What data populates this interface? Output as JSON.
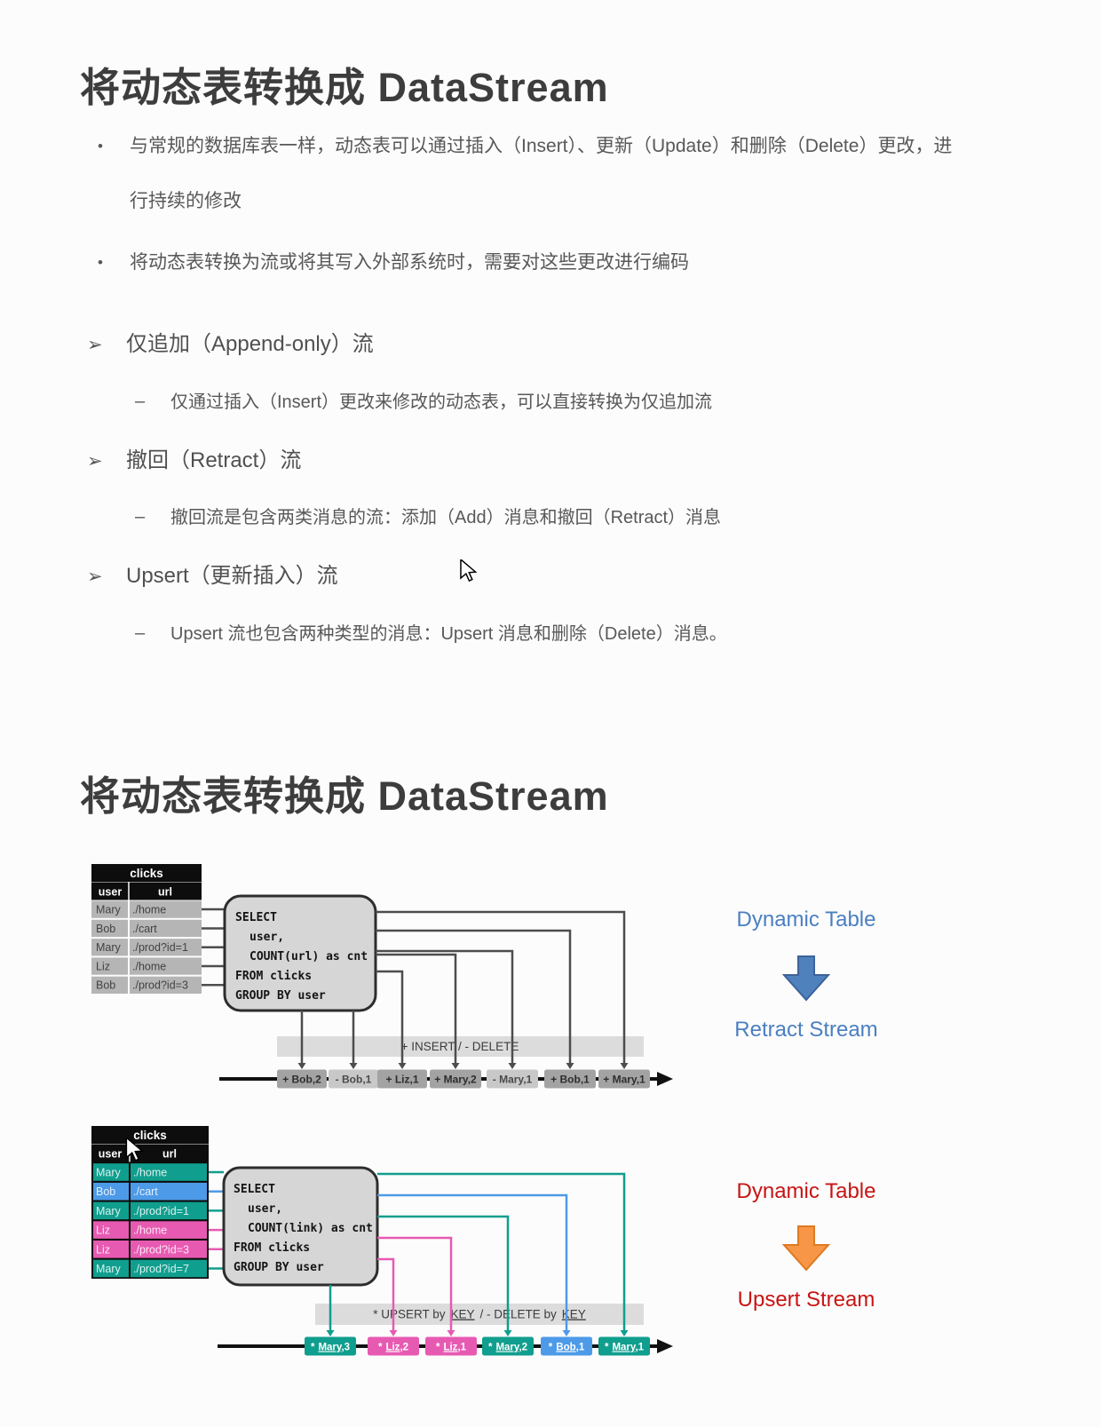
{
  "markers": {
    "bullet": "•",
    "arrow": "➢",
    "dash": "–"
  },
  "slide1": {
    "title": "将动态表转换成 DataStream",
    "bullets": [
      "与常规的数据库表一样，动态表可以通过插入（Insert）、更新（Update）和删除（Delete）更改，进行持续的修改",
      "将动态表转换为流或将其写入外部系统时，需要对这些更改进行编码"
    ],
    "sections": [
      {
        "heading": "仅追加（Append-only）流",
        "sub": "仅通过插入（Insert）更改来修改的动态表，可以直接转换为仅追加流"
      },
      {
        "heading": "撤回（Retract）流",
        "sub": "撤回流是包含两类消息的流：添加（Add）消息和撤回（Retract）消息"
      },
      {
        "heading": "Upsert（更新插入）流",
        "sub": "Upsert 流也包含两种类型的消息：Upsert 消息和删除（Delete）消息。"
      }
    ]
  },
  "slide2": {
    "title": "将动态表转换成 DataStream"
  },
  "diagram1": {
    "table": {
      "title": "clicks",
      "headers": [
        "user",
        "url"
      ],
      "rows": [
        [
          "Mary",
          "./home"
        ],
        [
          "Bob",
          "./cart"
        ],
        [
          "Mary",
          "./prod?id=1"
        ],
        [
          "Liz",
          "./home"
        ],
        [
          "Bob",
          "./prod?id=3"
        ]
      ]
    },
    "sql": [
      "SELECT",
      "user,",
      "COUNT(url) as cnt",
      "FROM clicks",
      "GROUP BY user"
    ],
    "band_label": "+ INSERT / - DELETE",
    "stream": [
      {
        "text": "+ Bob,2"
      },
      {
        "text": "- Bob,1"
      },
      {
        "text": "+ Liz,1"
      },
      {
        "text": "+ Mary,2"
      },
      {
        "text": "- Mary,1"
      },
      {
        "text": "+ Bob,1"
      },
      {
        "text": "+ Mary,1"
      }
    ],
    "labels": {
      "top": "Dynamic Table",
      "bottom": "Retract Stream"
    },
    "colors": {
      "label": "#4a7fc1",
      "arrow": "#4f81bd"
    }
  },
  "diagram2": {
    "table": {
      "title": "clicks",
      "headers": [
        "user",
        "url"
      ],
      "rows": [
        [
          "Mary",
          "./home"
        ],
        [
          "Bob",
          "./cart"
        ],
        [
          "Mary",
          "./prod?id=1"
        ],
        [
          "Liz",
          "./home"
        ],
        [
          "Liz",
          "./prod?id=3"
        ],
        [
          "Mary",
          "./prod?id=7"
        ]
      ],
      "row_colors": [
        "teal",
        "blue",
        "teal",
        "pink",
        "pink",
        "teal"
      ]
    },
    "sql": [
      "SELECT",
      "user,",
      "COUNT(link) as cnt",
      "FROM clicks",
      "GROUP BY user"
    ],
    "band": {
      "p1": "* UPSERT by",
      "key1": "KEY",
      "p2": "/ - DELETE by",
      "key2": "KEY"
    },
    "stream": [
      {
        "prefix": "*",
        "key": "Mary",
        "suffix": ",3",
        "color": "teal"
      },
      {
        "prefix": "*",
        "key": "Liz",
        "suffix": ",2",
        "color": "pink"
      },
      {
        "prefix": "*",
        "key": "Liz",
        "suffix": ",1",
        "color": "pink"
      },
      {
        "prefix": "*",
        "key": "Mary",
        "suffix": ",2",
        "color": "teal"
      },
      {
        "prefix": "*",
        "key": "Bob",
        "suffix": ",1",
        "color": "blue"
      },
      {
        "prefix": "*",
        "key": "Mary",
        "suffix": ",1",
        "color": "teal"
      }
    ],
    "labels": {
      "top": "Dynamic Table",
      "bottom": "Upsert Stream"
    },
    "colors": {
      "teal": "#109e8e",
      "blue": "#4d9ae8",
      "pink": "#e75ab2",
      "label": "#c81414",
      "arrow": "#f79646"
    }
  }
}
